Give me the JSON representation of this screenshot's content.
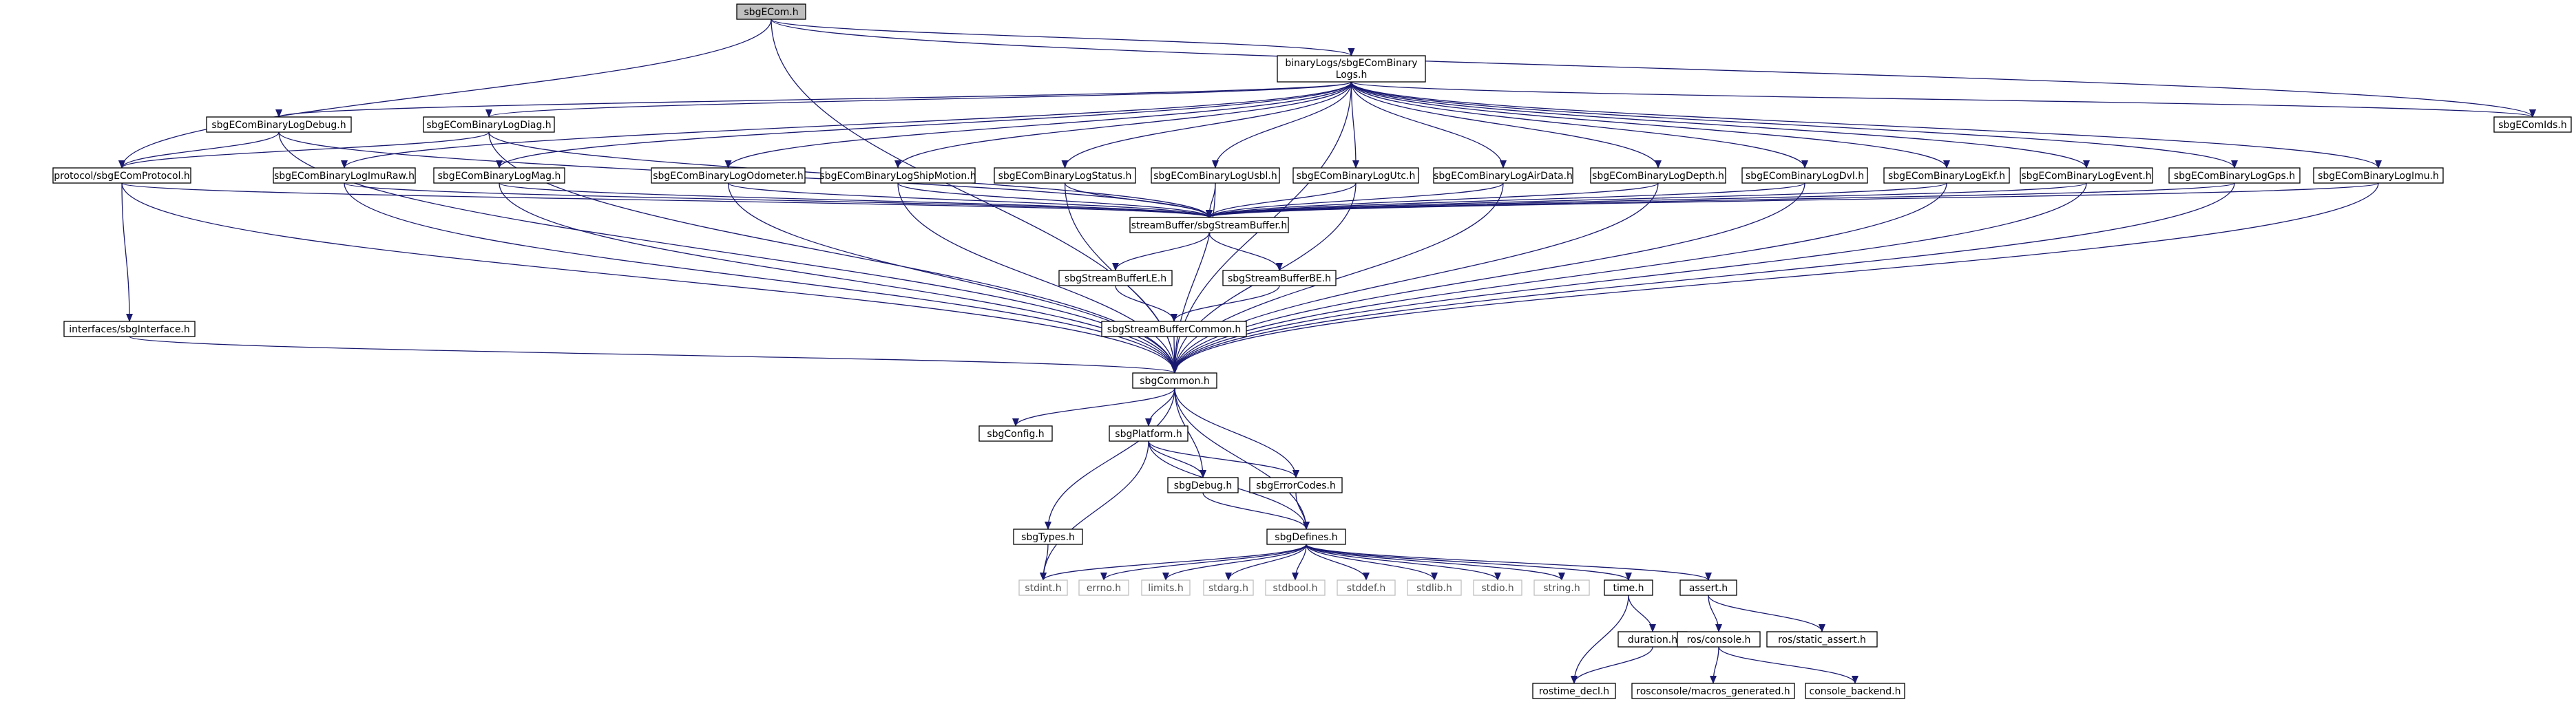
{
  "graph": {
    "colors": {
      "edge": "#191970",
      "node_border": "#000000",
      "node_fill": "#ffffff",
      "root_fill": "#bfbfbf",
      "faded_border": "#bfbfbf"
    },
    "nodes": [
      {
        "id": "root",
        "label": "sbgECom.h"
      },
      {
        "id": "binlogs",
        "label": "binaryLogs/sbgEComBinaryLogs.h"
      },
      {
        "id": "ids",
        "label": "sbgEComIds.h"
      },
      {
        "id": "debug",
        "label": "sbgEComBinaryLogDebug.h"
      },
      {
        "id": "diag",
        "label": "sbgEComBinaryLogDiag.h"
      },
      {
        "id": "protocol",
        "label": "protocol/sbgEComProtocol.h"
      },
      {
        "id": "imuraw",
        "label": "sbgEComBinaryLogImuRaw.h"
      },
      {
        "id": "mag",
        "label": "sbgEComBinaryLogMag.h"
      },
      {
        "id": "odometer",
        "label": "sbgEComBinaryLogOdometer.h"
      },
      {
        "id": "shipmotion",
        "label": "sbgEComBinaryLogShipMotion.h"
      },
      {
        "id": "status",
        "label": "sbgEComBinaryLogStatus.h"
      },
      {
        "id": "usbl",
        "label": "sbgEComBinaryLogUsbl.h"
      },
      {
        "id": "utc",
        "label": "sbgEComBinaryLogUtc.h"
      },
      {
        "id": "airdata",
        "label": "sbgEComBinaryLogAirData.h"
      },
      {
        "id": "depth",
        "label": "sbgEComBinaryLogDepth.h"
      },
      {
        "id": "dvl",
        "label": "sbgEComBinaryLogDvl.h"
      },
      {
        "id": "ekf",
        "label": "sbgEComBinaryLogEkf.h"
      },
      {
        "id": "event",
        "label": "sbgEComBinaryLogEvent.h"
      },
      {
        "id": "gps",
        "label": "sbgEComBinaryLogGps.h"
      },
      {
        "id": "imu",
        "label": "sbgEComBinaryLogImu.h"
      },
      {
        "id": "streambuf",
        "label": "streamBuffer/sbgStreamBuffer.h"
      },
      {
        "id": "sble",
        "label": "sbgStreamBufferLE.h"
      },
      {
        "id": "sbbe",
        "label": "sbgStreamBufferBE.h"
      },
      {
        "id": "sbcommon",
        "label": "sbgStreamBufferCommon.h"
      },
      {
        "id": "iface",
        "label": "interfaces/sbgInterface.h"
      },
      {
        "id": "common",
        "label": "sbgCommon.h"
      },
      {
        "id": "config",
        "label": "sbgConfig.h"
      },
      {
        "id": "platform",
        "label": "sbgPlatform.h"
      },
      {
        "id": "sbgdebug",
        "label": "sbgDebug.h"
      },
      {
        "id": "errcodes",
        "label": "sbgErrorCodes.h"
      },
      {
        "id": "types",
        "label": "sbgTypes.h"
      },
      {
        "id": "defines",
        "label": "sbgDefines.h"
      },
      {
        "id": "stdint",
        "label": "stdint.h"
      },
      {
        "id": "errno",
        "label": "errno.h"
      },
      {
        "id": "limits",
        "label": "limits.h"
      },
      {
        "id": "stdarg",
        "label": "stdarg.h"
      },
      {
        "id": "stdbool",
        "label": "stdbool.h"
      },
      {
        "id": "stddef",
        "label": "stddef.h"
      },
      {
        "id": "stdlib",
        "label": "stdlib.h"
      },
      {
        "id": "stdio",
        "label": "stdio.h"
      },
      {
        "id": "string",
        "label": "string.h"
      },
      {
        "id": "time",
        "label": "time.h"
      },
      {
        "id": "assert",
        "label": "assert.h"
      },
      {
        "id": "duration",
        "label": "duration.h"
      },
      {
        "id": "rosconsole",
        "label": "ros/console.h"
      },
      {
        "id": "staticassert",
        "label": "ros/static_assert.h"
      },
      {
        "id": "rostime",
        "label": "rostime_decl.h"
      },
      {
        "id": "macros",
        "label": "rosconsole/macros_generated.h"
      },
      {
        "id": "backend",
        "label": "console_backend.h"
      }
    ],
    "edges": [
      [
        "root",
        "binlogs"
      ],
      [
        "root",
        "ids"
      ],
      [
        "root",
        "protocol"
      ],
      [
        "root",
        "common"
      ],
      [
        "binlogs",
        "ids"
      ],
      [
        "binlogs",
        "debug"
      ],
      [
        "binlogs",
        "diag"
      ],
      [
        "binlogs",
        "imuraw"
      ],
      [
        "binlogs",
        "mag"
      ],
      [
        "binlogs",
        "odometer"
      ],
      [
        "binlogs",
        "shipmotion"
      ],
      [
        "binlogs",
        "status"
      ],
      [
        "binlogs",
        "usbl"
      ],
      [
        "binlogs",
        "utc"
      ],
      [
        "binlogs",
        "airdata"
      ],
      [
        "binlogs",
        "depth"
      ],
      [
        "binlogs",
        "dvl"
      ],
      [
        "binlogs",
        "ekf"
      ],
      [
        "binlogs",
        "event"
      ],
      [
        "binlogs",
        "gps"
      ],
      [
        "binlogs",
        "imu"
      ],
      [
        "binlogs",
        "common"
      ],
      [
        "debug",
        "protocol"
      ],
      [
        "debug",
        "streambuf"
      ],
      [
        "debug",
        "common"
      ],
      [
        "diag",
        "protocol"
      ],
      [
        "diag",
        "streambuf"
      ],
      [
        "diag",
        "common"
      ],
      [
        "protocol",
        "streambuf"
      ],
      [
        "protocol",
        "iface"
      ],
      [
        "protocol",
        "common"
      ],
      [
        "imuraw",
        "streambuf"
      ],
      [
        "imuraw",
        "common"
      ],
      [
        "mag",
        "streambuf"
      ],
      [
        "mag",
        "common"
      ],
      [
        "odometer",
        "streambuf"
      ],
      [
        "odometer",
        "common"
      ],
      [
        "shipmotion",
        "streambuf"
      ],
      [
        "shipmotion",
        "common"
      ],
      [
        "status",
        "streambuf"
      ],
      [
        "status",
        "common"
      ],
      [
        "usbl",
        "streambuf"
      ],
      [
        "usbl",
        "common"
      ],
      [
        "utc",
        "streambuf"
      ],
      [
        "utc",
        "common"
      ],
      [
        "airdata",
        "streambuf"
      ],
      [
        "airdata",
        "common"
      ],
      [
        "depth",
        "streambuf"
      ],
      [
        "depth",
        "common"
      ],
      [
        "dvl",
        "streambuf"
      ],
      [
        "dvl",
        "common"
      ],
      [
        "ekf",
        "streambuf"
      ],
      [
        "ekf",
        "common"
      ],
      [
        "event",
        "streambuf"
      ],
      [
        "event",
        "common"
      ],
      [
        "gps",
        "streambuf"
      ],
      [
        "gps",
        "common"
      ],
      [
        "imu",
        "streambuf"
      ],
      [
        "imu",
        "common"
      ],
      [
        "streambuf",
        "sble"
      ],
      [
        "streambuf",
        "sbbe"
      ],
      [
        "sble",
        "sbcommon"
      ],
      [
        "sbbe",
        "sbcommon"
      ],
      [
        "sbcommon",
        "common"
      ],
      [
        "iface",
        "common"
      ],
      [
        "common",
        "config"
      ],
      [
        "common",
        "platform"
      ],
      [
        "common",
        "sbgdebug"
      ],
      [
        "common",
        "errcodes"
      ],
      [
        "common",
        "types"
      ],
      [
        "common",
        "defines"
      ],
      [
        "platform",
        "sbgdebug"
      ],
      [
        "platform",
        "errcodes"
      ],
      [
        "platform",
        "defines"
      ],
      [
        "platform",
        "stdint"
      ],
      [
        "sbgdebug",
        "defines"
      ],
      [
        "errcodes",
        "defines"
      ],
      [
        "types",
        "stdint"
      ],
      [
        "defines",
        "stdint"
      ],
      [
        "defines",
        "errno"
      ],
      [
        "defines",
        "limits"
      ],
      [
        "defines",
        "stdarg"
      ],
      [
        "defines",
        "stdbool"
      ],
      [
        "defines",
        "stddef"
      ],
      [
        "defines",
        "stdlib"
      ],
      [
        "defines",
        "stdio"
      ],
      [
        "defines",
        "string"
      ],
      [
        "defines",
        "time"
      ],
      [
        "defines",
        "assert"
      ],
      [
        "time",
        "duration"
      ],
      [
        "time",
        "rostime"
      ],
      [
        "duration",
        "rostime"
      ],
      [
        "assert",
        "rosconsole"
      ],
      [
        "assert",
        "staticassert"
      ],
      [
        "rosconsole",
        "macros"
      ],
      [
        "rosconsole",
        "backend"
      ]
    ]
  }
}
